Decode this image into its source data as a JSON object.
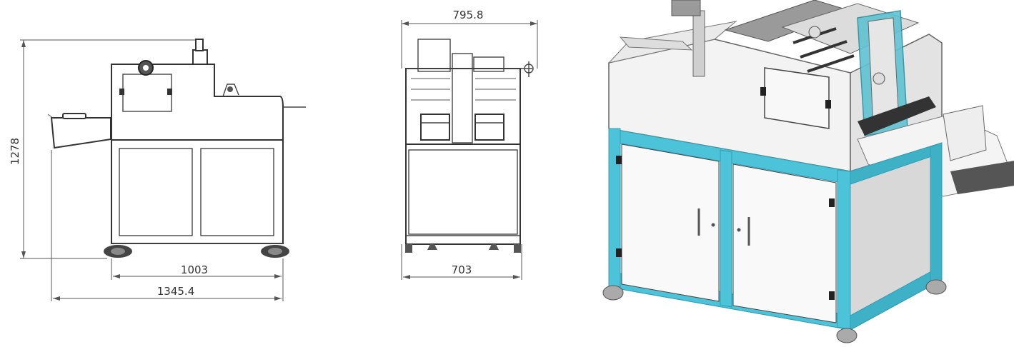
{
  "dimensions": {
    "height": "1278",
    "inner_width": "1003",
    "total_width": "1345.4",
    "depth_top": "795.8",
    "depth_bottom": "703"
  },
  "colors": {
    "frame": "#4cc3d9",
    "frame_dark": "#2f9fb4",
    "body": "#f2f2f2",
    "line": "#333333"
  }
}
